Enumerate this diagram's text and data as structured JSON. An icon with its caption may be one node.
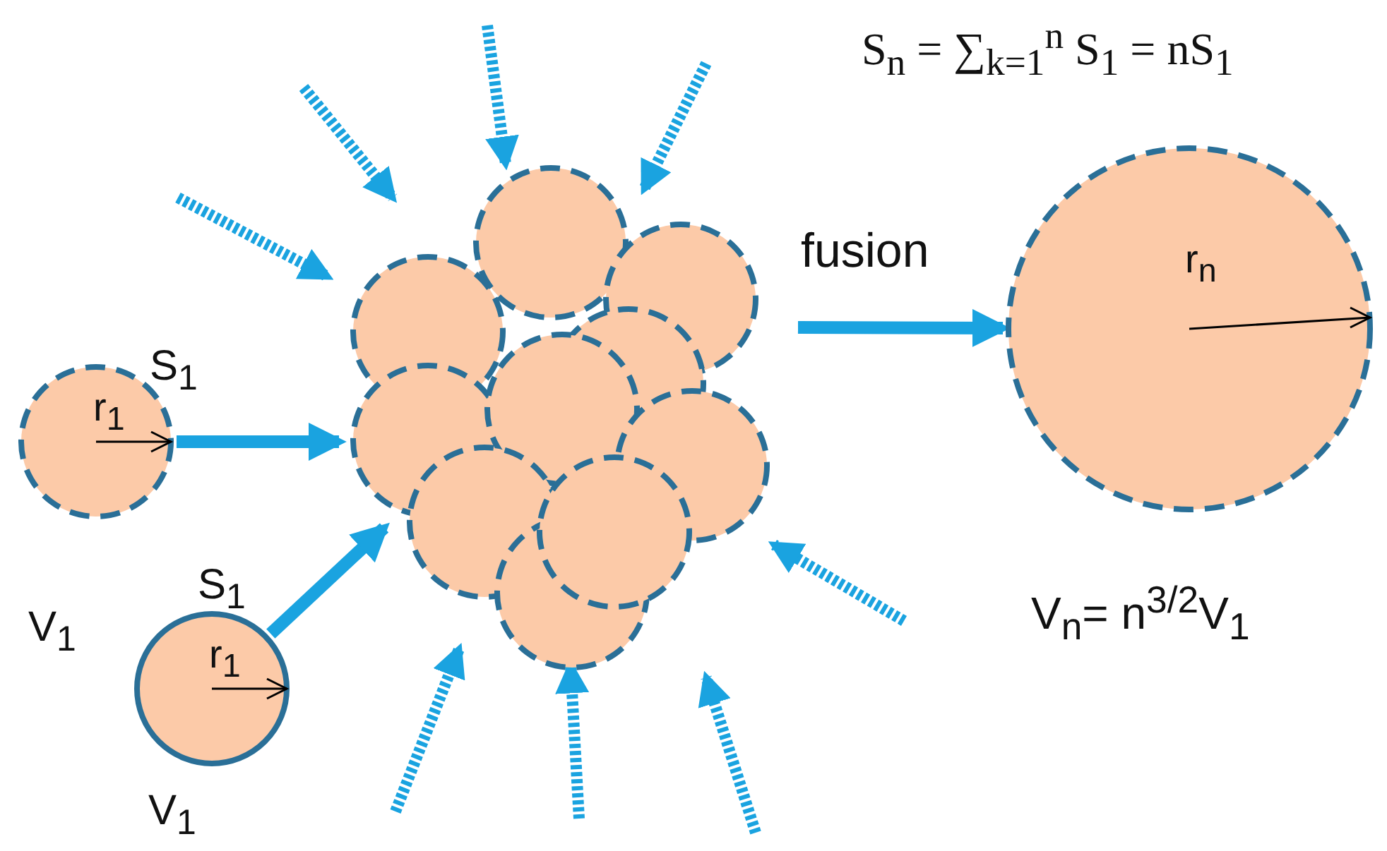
{
  "diagram": {
    "nodes": [
      {
        "text": [
          "r$_{1}$"
        ],
        "beside": [
          "S$_{1}$",
          "V$_{1}$"
        ]
      },
      {
        "text": [
          "r$_{1}$"
        ],
        "beside": [
          "S$_{1}$",
          "V$_{1}$"
        ]
      },
      {
        "text": [],
        "shape": "picture"
      },
      {
        "text": [
          "r$_{n}$"
        ]
      }
    ],
    "edges": [
      {
        "from": 0,
        "to": 2,
        "arrow": "to"
      },
      {
        "from": 1,
        "to": 2,
        "arrow": "to"
      },
      {
        "from": 2,
        "to": 3,
        "arrow": "to",
        "label": "fusion"
      },
      {
        "from": null,
        "to": 2,
        "arrow": "to",
        "style": "dashed"
      },
      {
        "from": null,
        "to": 2,
        "arrow": "to",
        "style": "dashed"
      },
      {
        "from": null,
        "to": 2,
        "arrow": "to",
        "style": "dashed"
      },
      {
        "from": null,
        "to": 2,
        "arrow": "to",
        "style": "dashed"
      },
      {
        "from": null,
        "to": 2,
        "arrow": "to",
        "style": "dashed"
      },
      {
        "from": null,
        "to": 2,
        "arrow": "to",
        "style": "dashed"
      },
      {
        "from": null,
        "to": 2,
        "arrow": "to",
        "style": "dashed"
      },
      {
        "from": null,
        "to": 2,
        "arrow": "to",
        "style": "dashed"
      }
    ],
    "labels": [
      "S$_{n}$ = ∑$_{k=1}$$^{n}$ S$_{1}$ = nS$_{1}$",
      "V$_{n}$= n$^{3/2}$V$_{1}$"
    ]
  }
}
